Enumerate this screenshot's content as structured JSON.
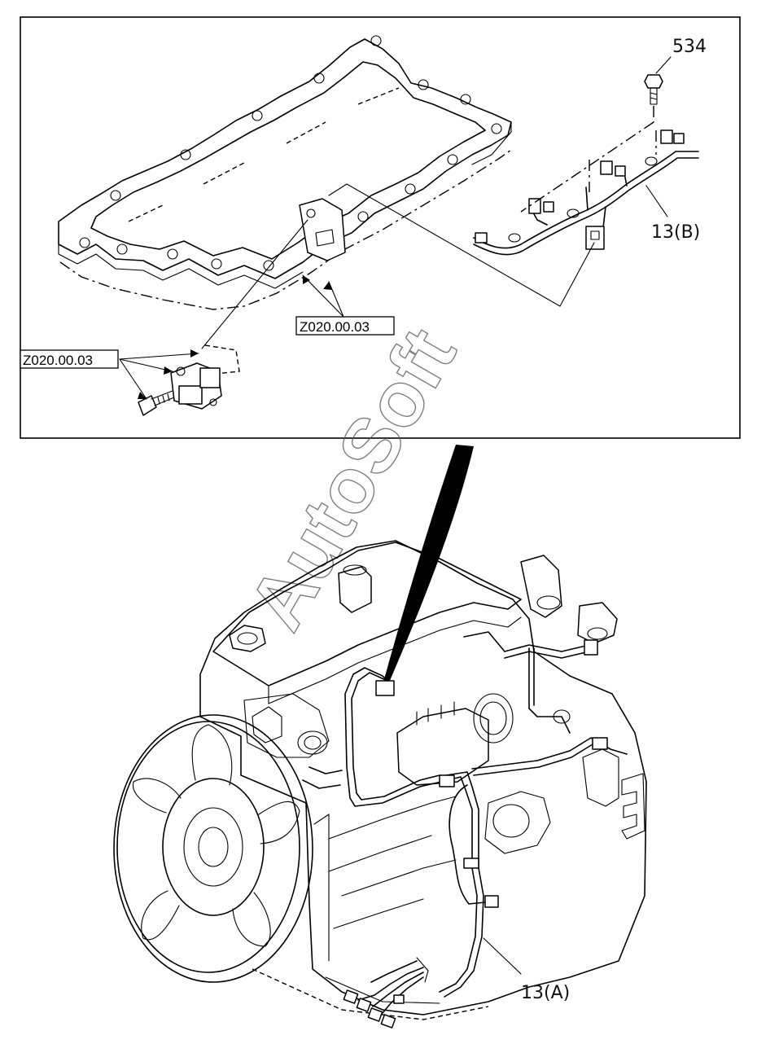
{
  "callouts": {
    "bolt": "534",
    "harness_upper": "13(B)",
    "harness_main": "13(A)"
  },
  "references": {
    "gasket_ref": "Z020.00.03",
    "sensor_ref": "Z020.00.03"
  },
  "watermark": "AutoSoft"
}
